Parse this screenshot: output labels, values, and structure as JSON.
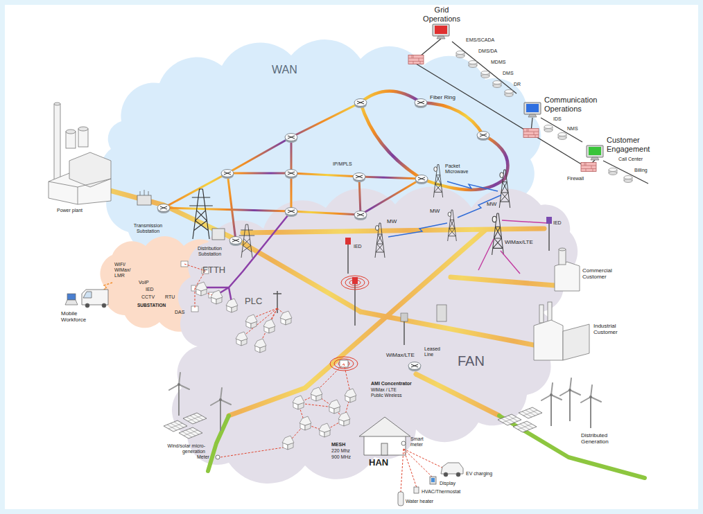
{
  "diagram": {
    "nodes": [
      {
        "text": [
          "WAN",
          "Fiber Ring",
          "IP/MPLS",
          "Packet Microwave"
        ]
      },
      {
        "text": [
          "WiFi/ WiMax/ LMR",
          "VoIP",
          "IED",
          "CCTV",
          "RTU",
          "DAS",
          "SUBSTATION"
        ]
      },
      {
        "text": [
          "IED",
          "WiMax/LTE",
          "IED",
          "FTTH",
          "PLC",
          "Leased Line",
          "WiMax/LTE",
          "FAN",
          "AMI Concentrator",
          "WiMax / LTE",
          "Public Wireless",
          "MESH",
          "220 Mhz",
          "900 MHz"
        ]
      }
    ],
    "labels": [
      "Grid Operations",
      "EMS/SCADA",
      "DMS/DA",
      "MDMS",
      "DMS",
      "DR",
      "Communication Operations",
      "IDS",
      "NMS",
      "Customer Engagement",
      "Call Center",
      "Billing",
      "Firewall",
      "Power plant",
      "Transmission Substation",
      "Distribution Substation",
      "Mobile Workforce",
      "MW",
      "MW",
      "MW",
      "Commercial Customer",
      "Industrial Customer",
      "Distributed Generation",
      "Wind/solar micro-generation",
      "Meter",
      "HAN",
      "Smart meter",
      "EV charging",
      "Display",
      "HVAC/Thermostat",
      "Water heater"
    ]
  }
}
